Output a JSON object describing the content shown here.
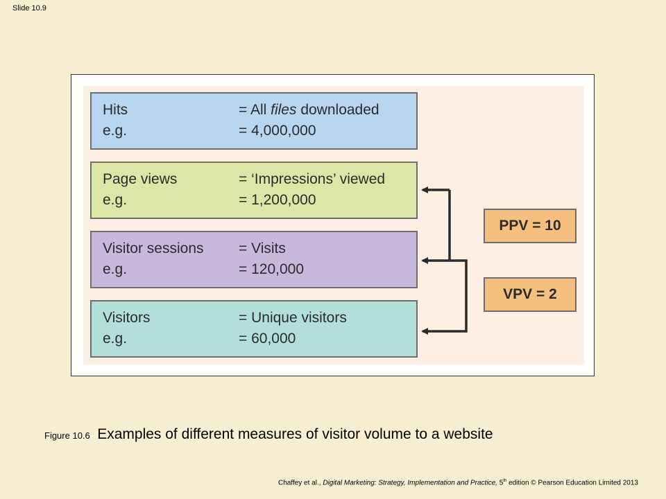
{
  "slide_number": "Slide 10.9",
  "measures": [
    {
      "term": "Hits",
      "definition": "= All files downloaded",
      "example_label": "e.g.",
      "example_value": "= 4,000,000"
    },
    {
      "term": "Page views",
      "definition": "= ‘Impressions’ viewed",
      "example_label": "e.g.",
      "example_value": "= 1,200,000"
    },
    {
      "term": "Visitor sessions",
      "definition": "= Visits",
      "example_label": "e.g.",
      "example_value": "= 120,000"
    },
    {
      "term": "Visitors",
      "definition": "= Unique visitors",
      "example_label": "e.g.",
      "example_value": "= 60,000"
    }
  ],
  "hits_definition_parts": {
    "prefix": "= All ",
    "emphasis": "files",
    "suffix": " downloaded"
  },
  "ratios": [
    {
      "label": "PPV = 10"
    },
    {
      "label": "VPV = 2"
    }
  ],
  "caption": {
    "figure_label": "Figure 10.6",
    "title": "Examples of different measures of visitor volume to a website"
  },
  "footer": {
    "authors": "Chaffey et al.,",
    "book_title": "Digital Marketing: Strategy, Implementation and Practice,",
    "edition_number": "5",
    "edition_suffix": "th",
    "rest": "edition © Pearson Education Limited 2013"
  },
  "colors": {
    "background": "#f8eed1",
    "hits": "#b8d6ef",
    "page_views": "#dbe7a7",
    "visitor_sessions": "#c6b9dc",
    "visitors": "#b3dfdb",
    "ratio": "#f5bf80",
    "arrow": "#2b2b2b"
  }
}
